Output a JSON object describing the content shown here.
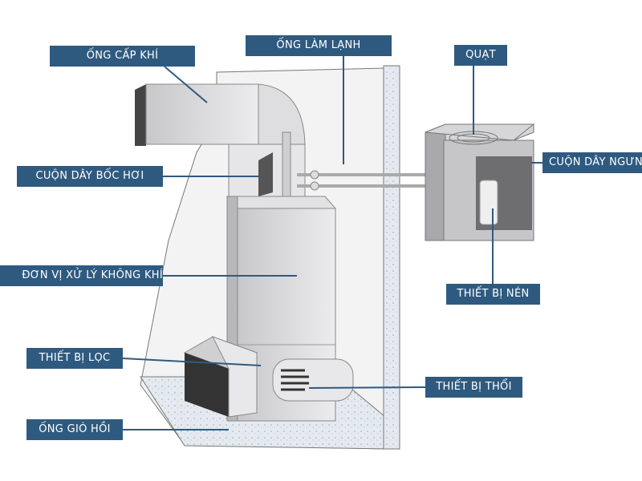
{
  "labels": {
    "supply_duct": "ỐNG CẤP KHÍ",
    "refrigerant_line": "ỐNG LÀM LẠNH",
    "fan": "QUẠT",
    "evaporator_coil": "CUỘN DÂY BỐC HƠI",
    "condenser_coil": "CUỘN DÂY NGƯNG TỤ",
    "air_handler": "ĐƠN VỊ XỬ LÝ KHÔNG KHÍ",
    "compressor": "THIẾT BỊ NÉN",
    "filter": "THIẾT BỊ LỌC",
    "blower": "THIẾT BỊ THỔI",
    "return_duct": "ỐNG GIÓ HỒI"
  },
  "colors": {
    "label_bg": "#2f5a80",
    "label_text": "#ffffff",
    "leader": "#2f5a80"
  }
}
